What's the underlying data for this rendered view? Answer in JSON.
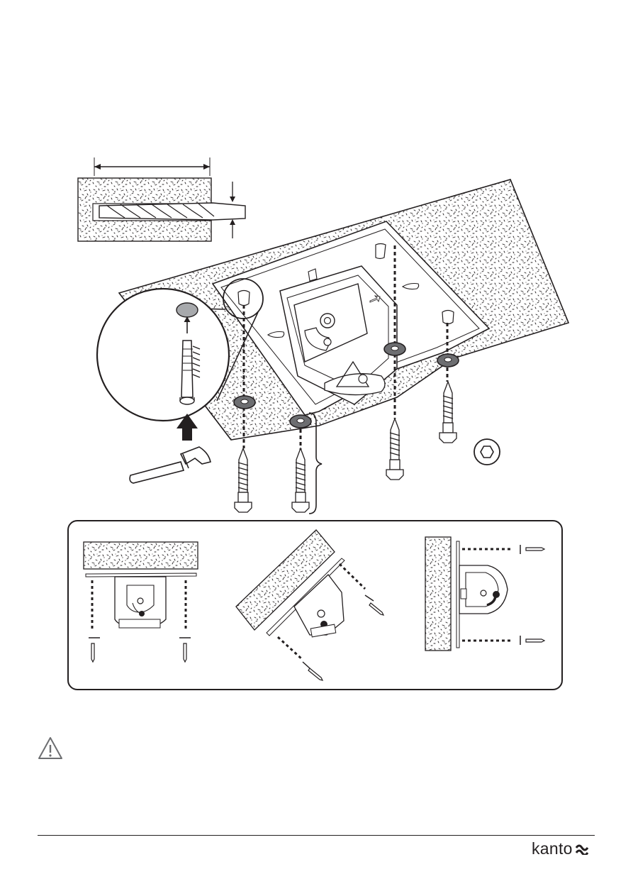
{
  "document": {
    "brand": {
      "name": "kanto",
      "logo_icon": "kanto-wave-icon"
    },
    "main_figure": {
      "icons": [
        "drill-bit-icon",
        "wall-anchor-icon",
        "hammer-icon",
        "hex-socket-icon",
        "lag-bolt-icon",
        "washer-icon",
        "ceiling-plate-icon"
      ]
    },
    "mount_options": {
      "panels": [
        {
          "orientation": "ceiling",
          "icon": "ceiling-mount-diagram-icon"
        },
        {
          "orientation": "angled",
          "icon": "angled-mount-diagram-icon"
        },
        {
          "orientation": "wall",
          "icon": "wall-mount-diagram-icon"
        }
      ]
    },
    "warning": {
      "icon": "warning-triangle-icon"
    },
    "colors": {
      "ink": "#231f20",
      "washer": "#6d6e71",
      "anchor_hole": "#a7a9ac",
      "paper": "#ffffff"
    }
  }
}
